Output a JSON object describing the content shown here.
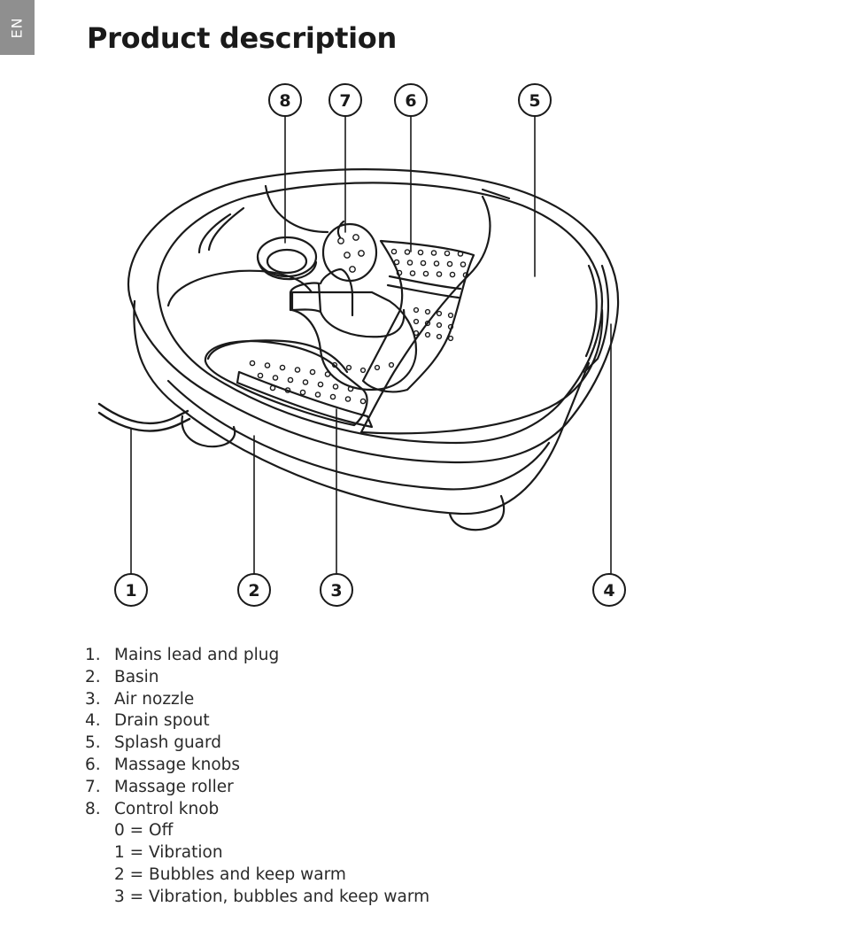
{
  "page": {
    "lang_tab": "EN",
    "title": "Product description"
  },
  "callouts": [
    {
      "number": "1"
    },
    {
      "number": "2"
    },
    {
      "number": "3"
    },
    {
      "number": "4"
    },
    {
      "number": "5"
    },
    {
      "number": "6"
    },
    {
      "number": "7"
    },
    {
      "number": "8"
    }
  ],
  "parts": [
    {
      "number": "1.",
      "label": "Mains lead and plug"
    },
    {
      "number": "2.",
      "label": "Basin"
    },
    {
      "number": "3.",
      "label": "Air nozzle"
    },
    {
      "number": "4.",
      "label": "Drain spout"
    },
    {
      "number": "5.",
      "label": "Splash guard"
    },
    {
      "number": "6.",
      "label": "Massage knobs"
    },
    {
      "number": "7.",
      "label": "Massage roller"
    },
    {
      "number": "8.",
      "label": "Control knob"
    }
  ],
  "control_settings": [
    "0 = Off",
    "1 = Vibration",
    "2 = Bubbles and keep warm",
    "3 = Vibration, bubbles and keep warm"
  ],
  "colors": {
    "tab_background": "#8f8f8f",
    "line_art": "#1a1a1a",
    "text": "#1a1a1a"
  }
}
